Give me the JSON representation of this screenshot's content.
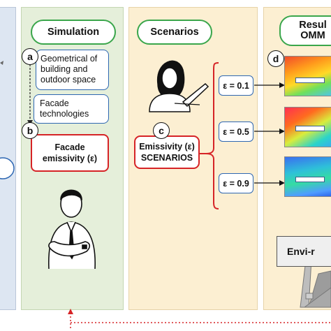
{
  "headers": {
    "simulation": "Simulation",
    "scenarios": "Scenarios",
    "results": "Resul",
    "results_line2": "OMM"
  },
  "steps": {
    "a": "a",
    "b": "b",
    "c": "c",
    "d": "d"
  },
  "simulation": {
    "geometry": "Geometrical of building and outdoor space",
    "facade_tech": "Facade technologies",
    "facade_emissivity_line1": "Facade",
    "facade_emissivity_line2": "emissivity (ε)"
  },
  "scenarios": {
    "emissivity_line1": "Emissivity (ε)",
    "emissivity_line2": "SCENARIOS",
    "values": [
      "ε = 0.1",
      "ε = 0.5",
      "ε = 0.9"
    ]
  },
  "results": {
    "envi_label": "Envi-r"
  },
  "colors": {
    "green_border": "#3aa64b",
    "blue_border": "#2e67b2",
    "red_accent": "#d62326"
  }
}
